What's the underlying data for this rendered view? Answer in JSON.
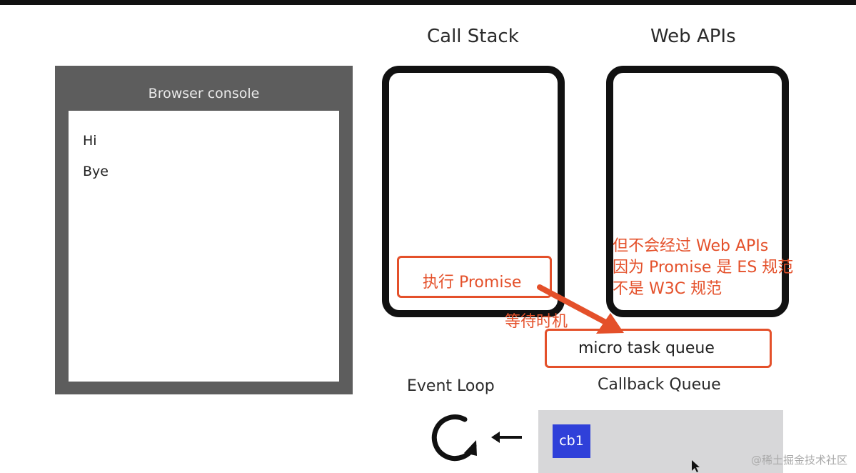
{
  "console": {
    "title": "Browser console",
    "lines": [
      "Hi",
      "Bye"
    ]
  },
  "headings": {
    "call_stack": "Call Stack",
    "web_apis": "Web APIs"
  },
  "call_stack_item": "执行 Promise",
  "annotation": {
    "lines": [
      "但不会经过 Web APIs",
      "因为 Promise 是 ES 规范",
      "不是 W3C 规范"
    ],
    "wait_label": "等待时机"
  },
  "micro_task_queue": "micro task queue",
  "labels": {
    "event_loop": "Event Loop",
    "callback_queue": "Callback Queue"
  },
  "callback_items": [
    "cb1"
  ],
  "watermark": "@稀土掘金技术社区",
  "colors": {
    "annotation": "#e4502a",
    "callback_item": "#2f40d9",
    "console_frame": "#5d5d5d"
  },
  "icons": [
    "event-loop-cycle-icon",
    "left-arrow-icon",
    "mouse-pointer-icon"
  ]
}
